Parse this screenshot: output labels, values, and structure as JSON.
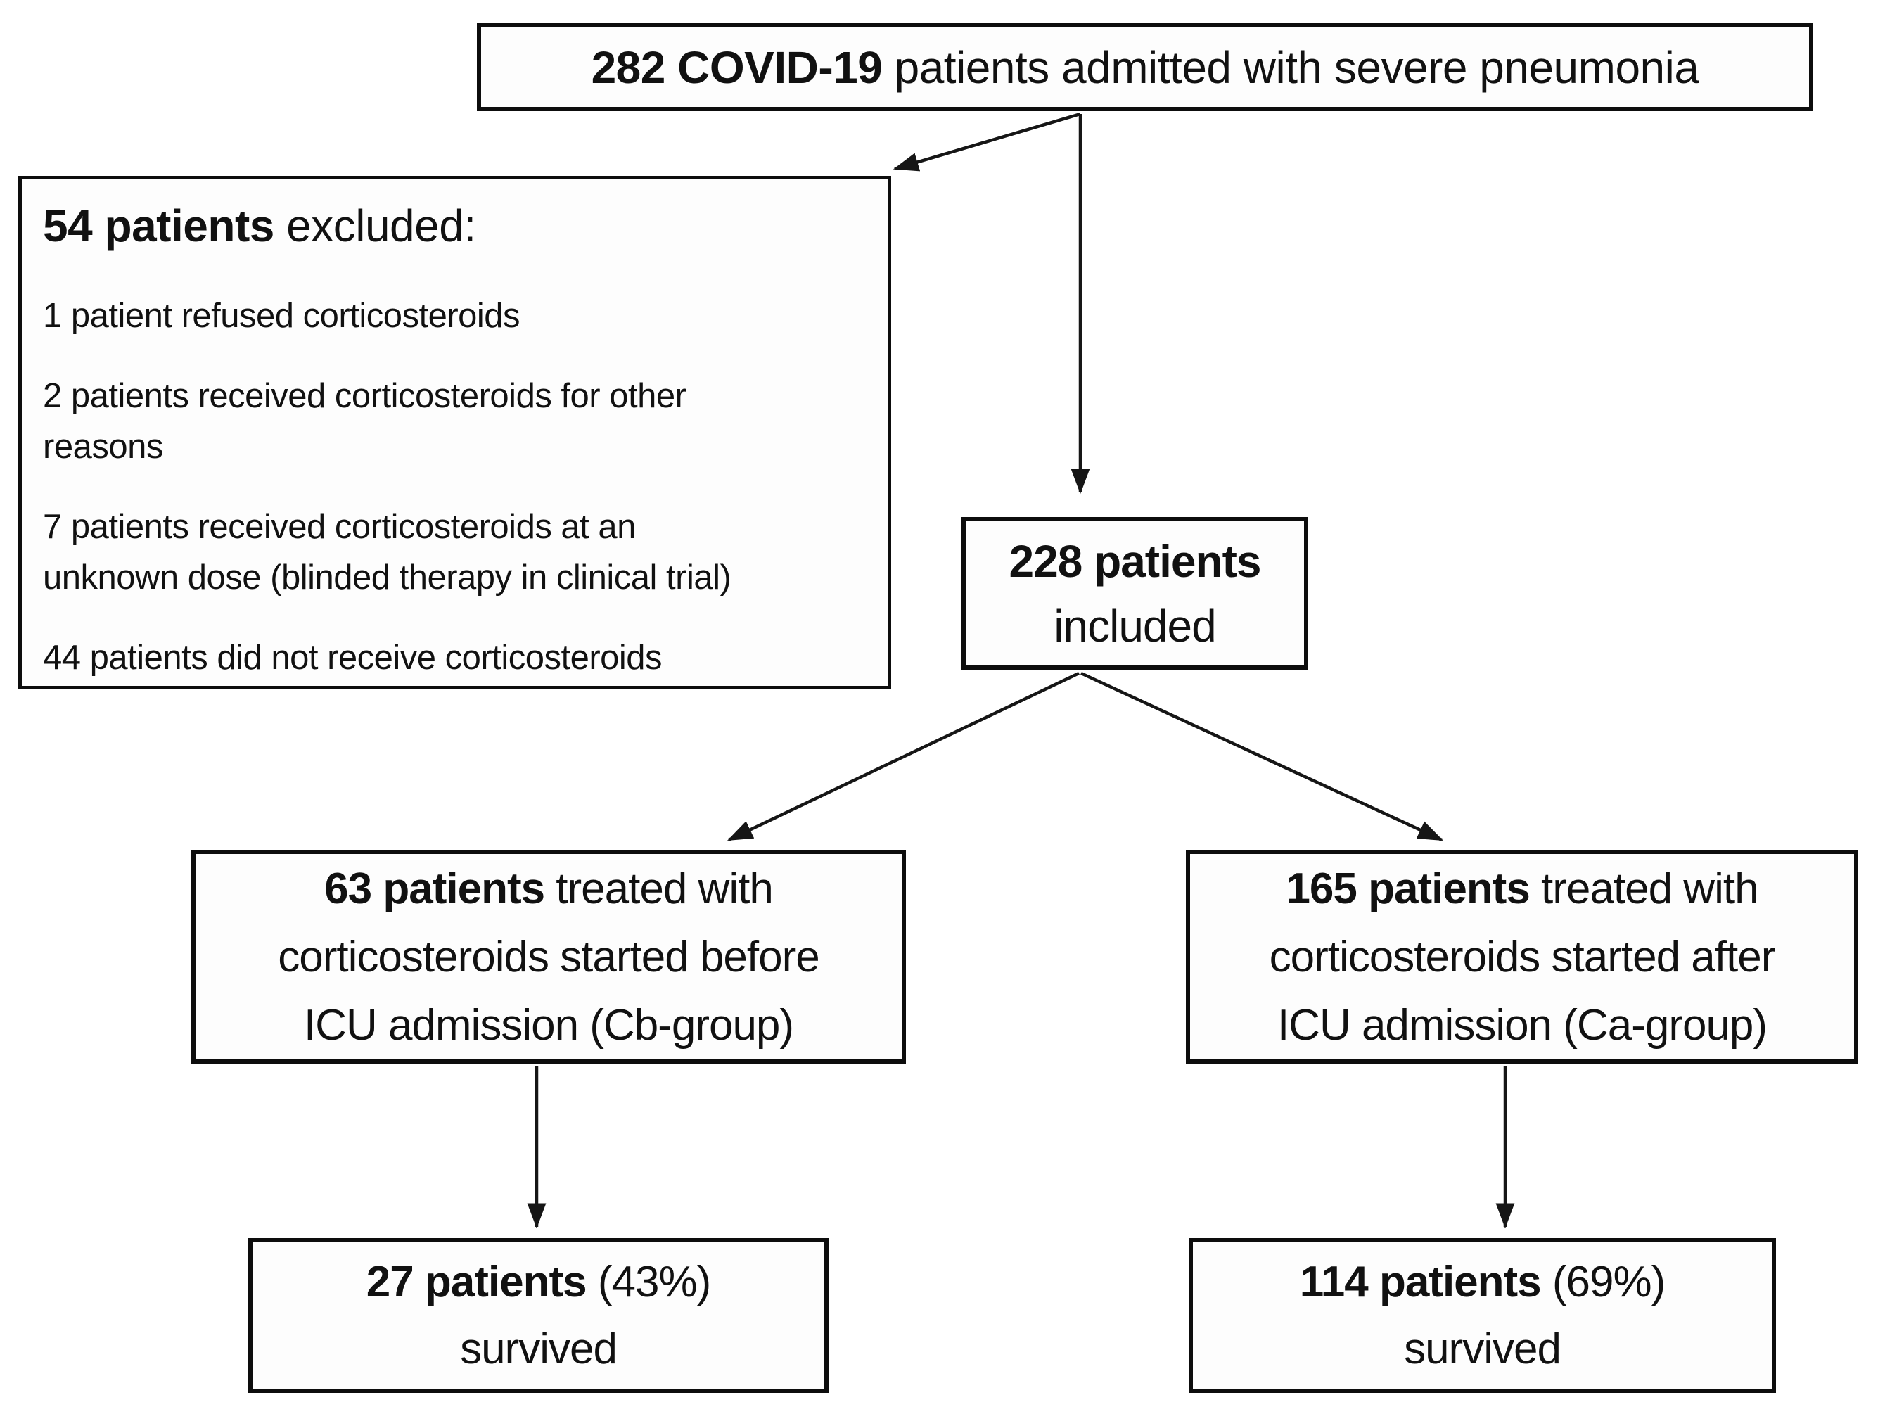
{
  "diagram": {
    "background": "#ffffff",
    "line_color": "#161616",
    "text_color": "#111111",
    "nodes": {
      "admitted": {
        "bold": "282 COVID-19",
        "rest": " patients admitted with severe pneumonia"
      },
      "excluded": {
        "heading_bold": "54 patients",
        "heading_rest": " excluded:",
        "items": [
          "1 patient refused corticosteroids",
          "2 patients received corticosteroids for other\nreasons",
          "7 patients received corticosteroids at an\nunknown dose (blinded therapy in clinical trial)",
          "44 patients did not receive corticosteroids"
        ]
      },
      "included": {
        "bold": "228 patients",
        "line2": "included"
      },
      "cb_group": {
        "bold": "63 patients",
        "rest": " treated with",
        "line2": "corticosteroids started before",
        "line3": "ICU admission (Cb-group)"
      },
      "ca_group": {
        "bold": "165 patients",
        "rest": " treated with",
        "line2": "corticosteroids started after",
        "line3": "ICU admission (Ca-group)"
      },
      "cb_survived": {
        "bold": "27 patients",
        "rest": " (43%)",
        "line2": "survived"
      },
      "ca_survived": {
        "bold": "114 patients",
        "rest": " (69%)",
        "line2": "survived"
      }
    },
    "edges": [
      {
        "from": "admitted",
        "to": "excluded"
      },
      {
        "from": "admitted",
        "to": "included"
      },
      {
        "from": "included",
        "to": "cb_group"
      },
      {
        "from": "included",
        "to": "ca_group"
      },
      {
        "from": "cb_group",
        "to": "cb_survived"
      },
      {
        "from": "ca_group",
        "to": "ca_survived"
      }
    ]
  }
}
